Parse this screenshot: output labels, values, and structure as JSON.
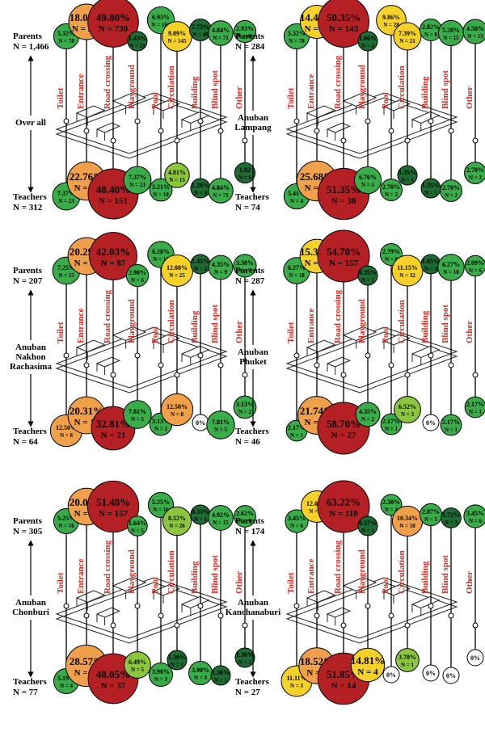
{
  "colors": {
    "dark_red": "#b52025",
    "orange": "#f0a04a",
    "yellow": "#f5d12a",
    "light_green": "#8cc63f",
    "green": "#3aad4a",
    "dark_green": "#1e6b34",
    "white": "#ffffff",
    "category_text": "#e0281e"
  },
  "categories": [
    "Toilet",
    "Entrance",
    "Road crossing",
    "Playground",
    "Pool",
    "Circulation",
    "Building",
    "Blind spot",
    "Other"
  ],
  "panels": [
    {
      "id": "over-all",
      "school_label": [
        "Over all"
      ],
      "parents_label": "Parents",
      "parents_n": "N = 1,466",
      "teachers_label": "Teachers",
      "teachers_n": "N = 312",
      "parents": [
        {
          "cat": "Toilet",
          "pct": "5.32%",
          "n": "N = 78",
          "color": "green"
        },
        {
          "cat": "Entrance",
          "pct": "18.08%",
          "n": "N = 265",
          "color": "orange"
        },
        {
          "cat": "Road crossing",
          "pct": "49.80%",
          "n": "N = 730",
          "color": "dark_red"
        },
        {
          "cat": "Playground",
          "pct": "1.43%",
          "n": "N = 21",
          "color": "dark_green"
        },
        {
          "cat": "Pool",
          "pct": "6.93%",
          "n": "N = 102",
          "color": "green"
        },
        {
          "cat": "Circulation",
          "pct": "9.89%",
          "n": "N = 145",
          "color": "yellow"
        },
        {
          "cat": "Building",
          "pct": "2.73%",
          "n": "N = 40",
          "color": "dark_green"
        },
        {
          "cat": "Blind spot",
          "pct": "4.84%",
          "n": "N = 71",
          "color": "green"
        },
        {
          "cat": "Other",
          "pct": "2.93%",
          "n": "N = 43",
          "color": "green"
        }
      ],
      "teachers": [
        {
          "cat": "Toilet",
          "pct": "7.37%",
          "n": "N = 23",
          "color": "green"
        },
        {
          "cat": "Entrance",
          "pct": "22.76%",
          "n": "N = 71",
          "color": "orange"
        },
        {
          "cat": "Road crossing",
          "pct": "48.40%",
          "n": "N = 151",
          "color": "dark_red"
        },
        {
          "cat": "Playground",
          "pct": "7.37%",
          "n": "N = 23",
          "color": "green"
        },
        {
          "cat": "Pool",
          "pct": "3.21%",
          "n": "N = 10",
          "color": "green"
        },
        {
          "cat": "Circulation",
          "pct": "4.81%",
          "n": "N = 15",
          "color": "light_green"
        },
        {
          "cat": "Building",
          "pct": "1.28%",
          "n": "N = 4",
          "color": "dark_green"
        },
        {
          "cat": "Blind spot",
          "pct": "4.84%",
          "n": "N = 71",
          "color": "green"
        },
        {
          "cat": "Other",
          "pct": "1.92",
          "n": "N = 6",
          "color": "dark_green"
        }
      ]
    },
    {
      "id": "anuban-lampang",
      "school_label": [
        "Anuban",
        "Lampang"
      ],
      "parents_label": "Parents",
      "parents_n": "N = 284",
      "teachers_label": "Teachers",
      "teachers_n": "N = 74",
      "parents": [
        {
          "cat": "Toilet",
          "pct": "5.32%",
          "n": "N = 78",
          "color": "green"
        },
        {
          "cat": "Entrance",
          "pct": "14.44%",
          "n": "N = 41",
          "color": "yellow"
        },
        {
          "cat": "Road crossing",
          "pct": "50.35%",
          "n": "N = 143",
          "color": "dark_red"
        },
        {
          "cat": "Playground",
          "pct": "1.06%",
          "n": "N = 3",
          "color": "dark_green"
        },
        {
          "cat": "Pool",
          "pct": "9.86%",
          "n": "N = 28",
          "color": "yellow"
        },
        {
          "cat": "Circulation",
          "pct": "7.39%",
          "n": "N = 21",
          "color": "yellow"
        },
        {
          "cat": "Building",
          "pct": "2.82%",
          "n": "N = 8",
          "color": "green"
        },
        {
          "cat": "Blind spot",
          "pct": "5.28%",
          "n": "N = 15",
          "color": "green"
        },
        {
          "cat": "Other",
          "pct": "4.58%",
          "n": "N = 13",
          "color": "green"
        }
      ],
      "teachers": [
        {
          "cat": "Toilet",
          "pct": "5.41%",
          "n": "N = 4",
          "color": "green"
        },
        {
          "cat": "Entrance",
          "pct": "25.68%",
          "n": "N = 19",
          "color": "orange"
        },
        {
          "cat": "Road crossing",
          "pct": "51.35%",
          "n": "N = 38",
          "color": "dark_red"
        },
        {
          "cat": "Playground",
          "pct": "6.76%",
          "n": "N = 5",
          "color": "green"
        },
        {
          "cat": "Pool",
          "pct": "2.70%",
          "n": "N = 2",
          "color": "green"
        },
        {
          "cat": "Circulation",
          "pct": "1.35%",
          "n": "N = 1",
          "color": "dark_green"
        },
        {
          "cat": "Building",
          "pct": "1.35%",
          "n": "N = 1",
          "color": "dark_green"
        },
        {
          "cat": "Blind spot",
          "pct": "2.70%",
          "n": "N = 2",
          "color": "green"
        },
        {
          "cat": "Other",
          "pct": "2.70%",
          "n": "N = 2",
          "color": "green"
        }
      ]
    },
    {
      "id": "anuban-nakhon-rachasima",
      "school_label": [
        "Anuban",
        "Nakhon",
        "Rachasima"
      ],
      "parents_label": "Parents",
      "parents_n": "N = 207",
      "teachers_label": "Teachers",
      "teachers_n": "N = 64",
      "parents": [
        {
          "cat": "Toilet",
          "pct": "7.25%",
          "n": "N = 15",
          "color": "green"
        },
        {
          "cat": "Entrance",
          "pct": "20.29%",
          "n": "N = 42",
          "color": "orange"
        },
        {
          "cat": "Road crossing",
          "pct": "42.03%",
          "n": "N = 87",
          "color": "dark_red"
        },
        {
          "cat": "Playground",
          "pct": "2.90%",
          "n": "N = 6",
          "color": "green"
        },
        {
          "cat": "Pool",
          "pct": "6.28%",
          "n": "N = 13",
          "color": "green"
        },
        {
          "cat": "Circulation",
          "pct": "12.08%",
          "n": "N = 25",
          "color": "yellow"
        },
        {
          "cat": "Building",
          "pct": "1.45%",
          "n": "N = 3",
          "color": "dark_green"
        },
        {
          "cat": "Blind spot",
          "pct": "4.35%",
          "n": "N = 9",
          "color": "green"
        },
        {
          "cat": "Other",
          "pct": "3.38%",
          "n": "N = 7",
          "color": "green"
        }
      ],
      "teachers": [
        {
          "cat": "Toilet",
          "pct": "12.50%",
          "n": "N = 8",
          "color": "orange"
        },
        {
          "cat": "Entrance",
          "pct": "20.31%",
          "n": "N = 13",
          "color": "orange"
        },
        {
          "cat": "Road crossing",
          "pct": "32.81%",
          "n": "N = 21",
          "color": "dark_red"
        },
        {
          "cat": "Playground",
          "pct": "7.81%",
          "n": "N = 5",
          "color": "green"
        },
        {
          "cat": "Pool",
          "pct": "3.13%",
          "n": "N = 2",
          "color": "green"
        },
        {
          "cat": "Circulation",
          "pct": "12.50%",
          "n": "N = 8",
          "color": "orange"
        },
        {
          "cat": "Building",
          "pct": "0%",
          "n": "",
          "color": "white"
        },
        {
          "cat": "Blind spot",
          "pct": "7.81%",
          "n": "N = 5",
          "color": "green"
        },
        {
          "cat": "Other",
          "pct": "3.13%",
          "n": "N = 2",
          "color": "green"
        }
      ]
    },
    {
      "id": "anuban-phuket",
      "school_label": [
        "Anuban",
        "Phuket"
      ],
      "parents_label": "Parents",
      "parents_n": "N = 287",
      "teachers_label": "Teachers",
      "teachers_n": "N = 46",
      "parents": [
        {
          "cat": "Toilet",
          "pct": "6.27%",
          "n": "N = 18",
          "color": "green"
        },
        {
          "cat": "Entrance",
          "pct": "15.33%",
          "n": "N = 44",
          "color": "yellow"
        },
        {
          "cat": "Road crossing",
          "pct": "54.70%",
          "n": "N = 157",
          "color": "dark_red"
        },
        {
          "cat": "Playground",
          "pct": "0.35%",
          "n": "N = 1",
          "color": "dark_green"
        },
        {
          "cat": "Pool",
          "pct": "2.79%",
          "n": "N = 8",
          "color": "green"
        },
        {
          "cat": "Circulation",
          "pct": "11.15%",
          "n": "N = 32",
          "color": "yellow"
        },
        {
          "cat": "Building",
          "pct": "1.05%",
          "n": "N = 3",
          "color": "dark_green"
        },
        {
          "cat": "Blind spot",
          "pct": "6.27%",
          "n": "N = 18",
          "color": "green"
        },
        {
          "cat": "Other",
          "pct": "2.09%",
          "n": "N = 6",
          "color": "green"
        }
      ],
      "teachers": [
        {
          "cat": "Toilet",
          "pct": "2.17%",
          "n": "N = 1",
          "color": "green"
        },
        {
          "cat": "Entrance",
          "pct": "21.74%",
          "n": "N = 10",
          "color": "orange"
        },
        {
          "cat": "Road crossing",
          "pct": "58.70%",
          "n": "N = 27",
          "color": "dark_red"
        },
        {
          "cat": "Playground",
          "pct": "4.35%",
          "n": "N = 2",
          "color": "green"
        },
        {
          "cat": "Pool",
          "pct": "2.17%",
          "n": "N = 1",
          "color": "green"
        },
        {
          "cat": "Circulation",
          "pct": "6.52%",
          "n": "N = 3",
          "color": "light_green"
        },
        {
          "cat": "Building",
          "pct": "0%",
          "n": "",
          "color": "white"
        },
        {
          "cat": "Blind spot",
          "pct": "2.17%",
          "n": "N = 1",
          "color": "green"
        },
        {
          "cat": "Other",
          "pct": "2.17%",
          "n": "N = 1",
          "color": "green"
        }
      ]
    },
    {
      "id": "anuban-chonburi",
      "school_label": [
        "Anuban",
        "Chonburi"
      ],
      "parents_label": "Parents",
      "parents_n": "N = 305",
      "teachers_label": "Teachers",
      "teachers_n": "N = 77",
      "parents": [
        {
          "cat": "Toilet",
          "pct": "5.25%",
          "n": "N = 16",
          "color": "green"
        },
        {
          "cat": "Entrance",
          "pct": "20.00%",
          "n": "N = 61",
          "color": "orange"
        },
        {
          "cat": "Road crossing",
          "pct": "51.48%",
          "n": "N = 157",
          "color": "dark_red"
        },
        {
          "cat": "Playground",
          "pct": "1.64%",
          "n": "N = 5",
          "color": "green"
        },
        {
          "cat": "Pool",
          "pct": "5.25%",
          "n": "N = 16",
          "color": "green"
        },
        {
          "cat": "Circulation",
          "pct": "8.52%",
          "n": "N = 26",
          "color": "light_green"
        },
        {
          "cat": "Building",
          "pct": "0.33%",
          "n": "N = 1",
          "color": "dark_green"
        },
        {
          "cat": "Blind spot",
          "pct": "4.92%",
          "n": "N = 15",
          "color": "green"
        },
        {
          "cat": "Other",
          "pct": "2.62%",
          "n": "N = 8",
          "color": "green"
        }
      ],
      "teachers": [
        {
          "cat": "Toilet",
          "pct": "5.19%",
          "n": "N = 4",
          "color": "green"
        },
        {
          "cat": "Entrance",
          "pct": "28.57%",
          "n": "N = 22",
          "color": "orange"
        },
        {
          "cat": "Road crossing",
          "pct": "48.05%",
          "n": "N = 37",
          "color": "dark_red"
        },
        {
          "cat": "Playground",
          "pct": "6.49%",
          "n": "N = 5",
          "color": "light_green"
        },
        {
          "cat": "Pool",
          "pct": "3.90%",
          "n": "N = 3",
          "color": "green"
        },
        {
          "cat": "Circulation",
          "pct": "1.30%",
          "n": "N = 1",
          "color": "dark_green"
        },
        {
          "cat": "Building",
          "pct": "3.90%",
          "n": "N = 3",
          "color": "green"
        },
        {
          "cat": "Blind spot",
          "pct": "1.30%",
          "n": "N = 1",
          "color": "dark_green"
        },
        {
          "cat": "Other",
          "pct": "1.30%",
          "n": "N = 1",
          "color": "dark_green"
        }
      ]
    },
    {
      "id": "anuban-kanchanaburi",
      "school_label": [
        "Anuban",
        "Kanchanaburi"
      ],
      "parents_label": "Parents",
      "parents_n": "N = 174",
      "teachers_label": "Teachers",
      "teachers_n": "N = 27",
      "parents": [
        {
          "cat": "Toilet",
          "pct": "3.45%",
          "n": "N = 6",
          "color": "green"
        },
        {
          "cat": "Entrance",
          "pct": "12.07%",
          "n": "N = 21",
          "color": "yellow"
        },
        {
          "cat": "Road crossing",
          "pct": "63.22%",
          "n": "N = 110",
          "color": "dark_red"
        },
        {
          "cat": "Playground",
          "pct": "0.57%",
          "n": "N = 1",
          "color": "dark_green"
        },
        {
          "cat": "Pool",
          "pct": "2.30%",
          "n": "N = 4",
          "color": "green"
        },
        {
          "cat": "Circulation",
          "pct": "10.34%",
          "n": "N = 18",
          "color": "orange"
        },
        {
          "cat": "Building",
          "pct": "2.87%",
          "n": "N = 5",
          "color": "green"
        },
        {
          "cat": "Blind spot",
          "pct": "1.72%",
          "n": "N = 3",
          "color": "dark_green"
        },
        {
          "cat": "Other",
          "pct": "3.45%",
          "n": "N = 6",
          "color": "green"
        }
      ],
      "teachers": [
        {
          "cat": "Toilet",
          "pct": "11.11%",
          "n": "N = 3",
          "color": "yellow"
        },
        {
          "cat": "Entrance",
          "pct": "18.52%",
          "n": "N = 5",
          "color": "orange"
        },
        {
          "cat": "Road crossing",
          "pct": "51.85%",
          "n": "N = 14",
          "color": "dark_red"
        },
        {
          "cat": "Playground",
          "pct": "14.81%",
          "n": "N = 4",
          "color": "yellow"
        },
        {
          "cat": "Pool",
          "pct": "0%",
          "n": "",
          "color": "white"
        },
        {
          "cat": "Circulation",
          "pct": "3.70%",
          "n": "N = 1",
          "color": "light_green"
        },
        {
          "cat": "Building",
          "pct": "0%",
          "n": "",
          "color": "white"
        },
        {
          "cat": "Blind spot",
          "pct": "0%",
          "n": "",
          "color": "white"
        },
        {
          "cat": "Other",
          "pct": "0%",
          "n": "",
          "color": "white"
        }
      ]
    }
  ]
}
